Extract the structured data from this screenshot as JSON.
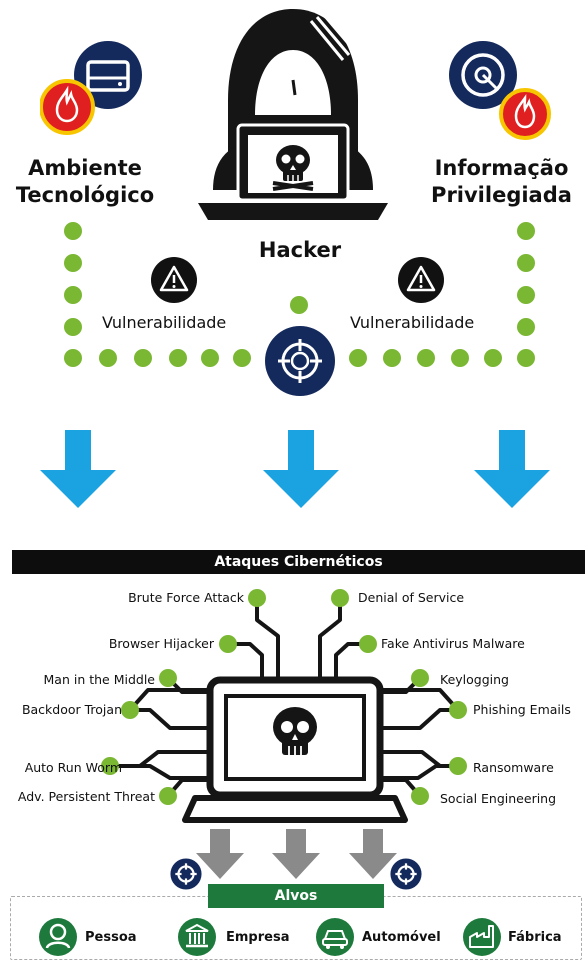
{
  "header": {
    "left_title": [
      "Ambiente",
      "Tecnológico"
    ],
    "right_title": [
      "Informação",
      "Privilegiada"
    ],
    "center_title": "Hacker",
    "vulnerability_left": "Vulnerabilidade",
    "vulnerability_right": "Vulnerabilidade"
  },
  "attacks": {
    "title": "Ataques Cibernéticos",
    "left": [
      "Brute Force Attack",
      "Browser Hijacker",
      "Man in the Middle",
      "Backdoor Trojan",
      "Auto Run Worm",
      "Adv. Persistent Threat"
    ],
    "right": [
      "Denial of Service",
      "Fake Antivirus Malware",
      "Keylogging",
      "Phishing Emails",
      "Ransomware",
      "Social Engineering"
    ]
  },
  "targets": {
    "title": "Alvos",
    "items": [
      "Pessoa",
      "Empresa",
      "Automóvel",
      "Fábrica"
    ]
  },
  "colors": {
    "navy": "#14295c",
    "green_dot": "#7ab733",
    "arrow_blue": "#1aa3e0",
    "dark_green": "#1e7a3c",
    "fire_red": "#e02020",
    "gray_arrow": "#8a8a8a"
  },
  "icons": {
    "left_badge": "hard-drive-icon",
    "right_badge": "disc-icon",
    "fire": "fire-icon",
    "warning": "warning-icon",
    "target": "crosshair-icon",
    "skull": "skull-icon"
  }
}
